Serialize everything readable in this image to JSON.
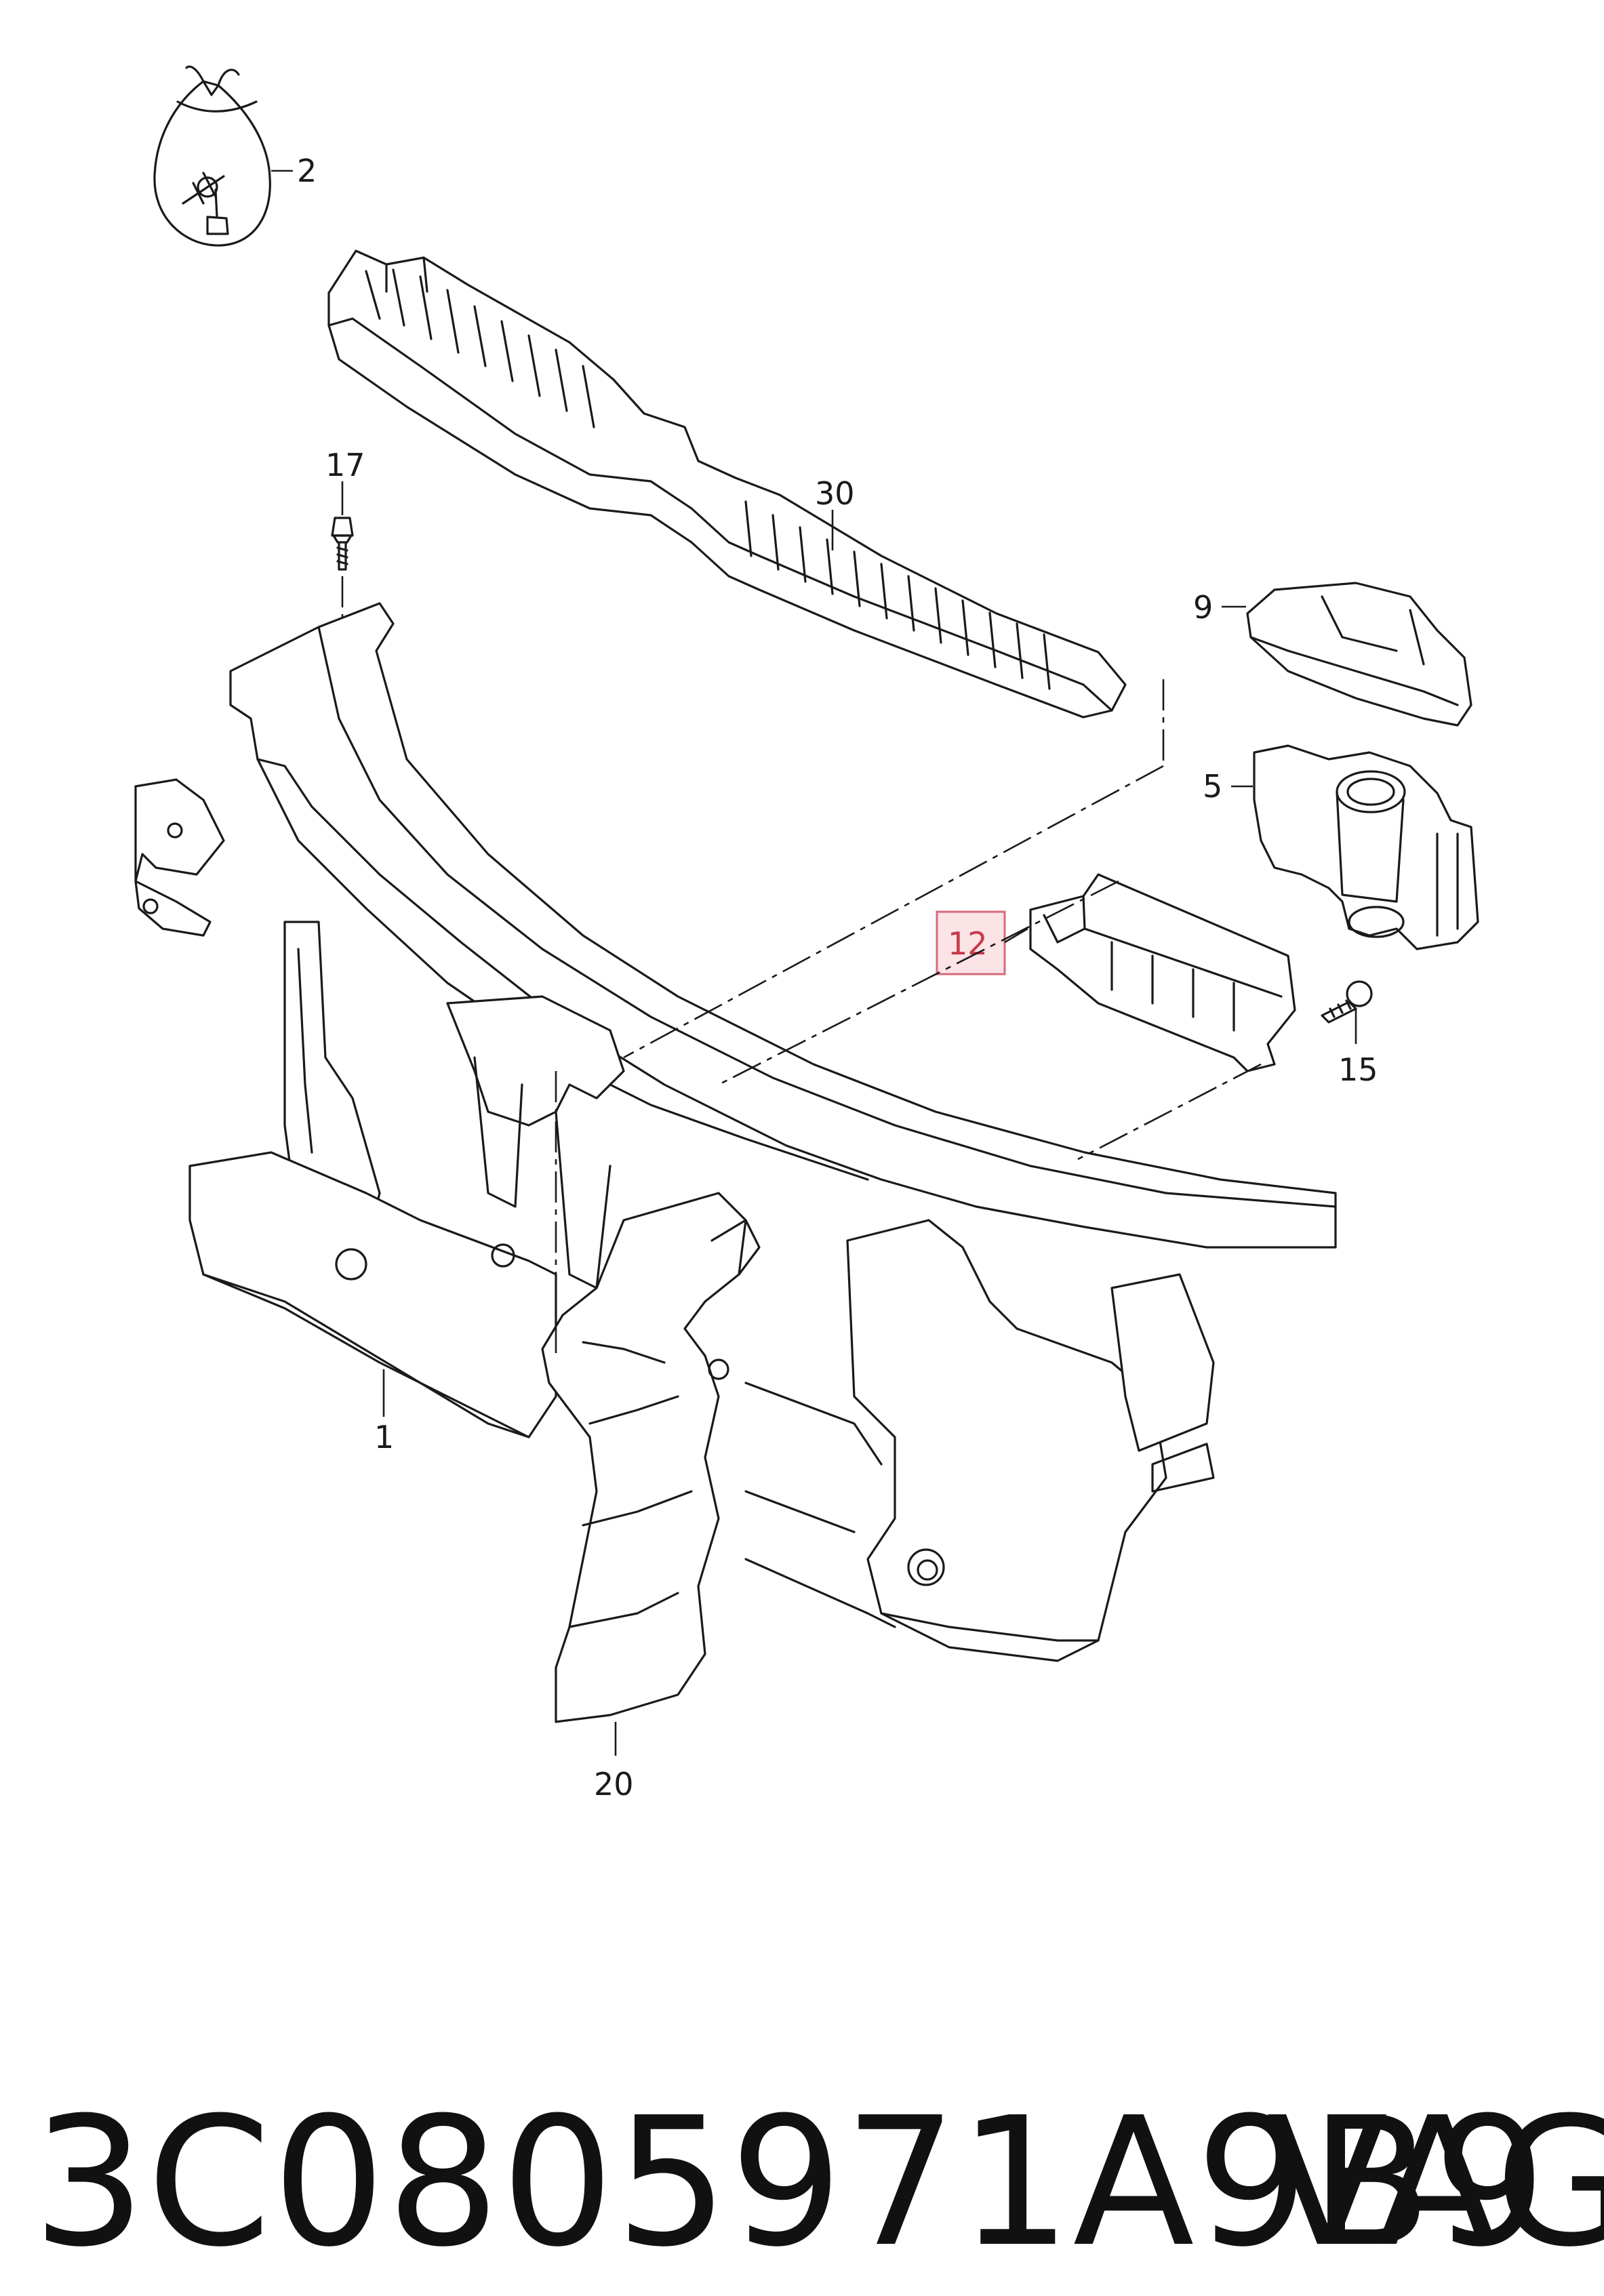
{
  "callouts": {
    "c1": "1",
    "c2": "2",
    "c5": "5",
    "c9": "9",
    "c12": "12",
    "c15": "15",
    "c17": "17",
    "c20": "20",
    "c30": "30"
  },
  "highlight_color": "#fbe3e6",
  "footer": {
    "part_number": "3C0805971A9B9",
    "brand": "VAG"
  }
}
